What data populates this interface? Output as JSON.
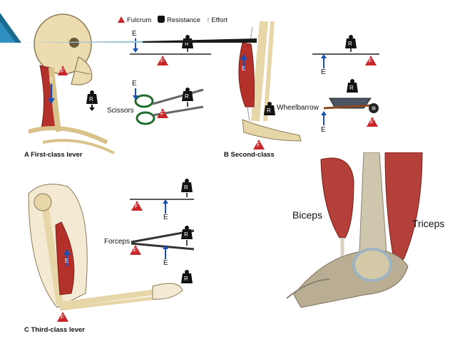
{
  "legend": {
    "fulcrum": "Fulcrum",
    "resistance": "Resistance",
    "effort": "Effort"
  },
  "symbols": {
    "effort": "E",
    "resistance": "R",
    "fulcrum": "F"
  },
  "panels": {
    "first": {
      "caption": "A First-class lever",
      "tool": "Scissors"
    },
    "second": {
      "caption": "B Second-class",
      "tool": "Wheelbarrow"
    },
    "third": {
      "caption": "C Third-class lever",
      "tool": "Forceps"
    }
  },
  "arm": {
    "biceps": "Biceps",
    "triceps": "Triceps"
  },
  "colors": {
    "fulcrum": "#c8262a",
    "effort": "#1a4fb8",
    "muscle": "#b3312a",
    "bone": "#e6d6a8",
    "teal_accent": "#1b6a8f"
  }
}
